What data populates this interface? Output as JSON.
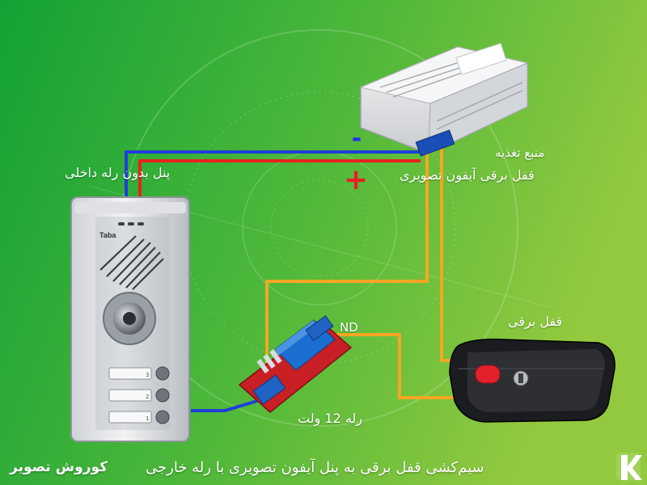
{
  "labels": {
    "panel": "پنل بدون رله داخلی",
    "power_supply": "منبع تغذیه",
    "lock_power": "قفل برقی آیفون تصویری",
    "electric_lock": "قفل برقی",
    "relay": "رله 12 ولت",
    "nd": "ND",
    "title": "سیم‌کشی قفل برقی به پنل آیفون تصویری با رله خارجی",
    "brand": "کوروش تصویر"
  },
  "signs": {
    "minus": "-",
    "plus": "+"
  },
  "device": {
    "panel_brand": "Taba",
    "buttons": [
      "3",
      "2",
      "1"
    ]
  },
  "colors": {
    "background_left": "#15a538",
    "background_right": "#8cc63f",
    "wire_negative": "#1f3fd6",
    "wire_positive": "#e8221c",
    "wire_signal": "#f5a623",
    "text": "#ffffff"
  },
  "icons": [
    "logo-k-icon"
  ]
}
